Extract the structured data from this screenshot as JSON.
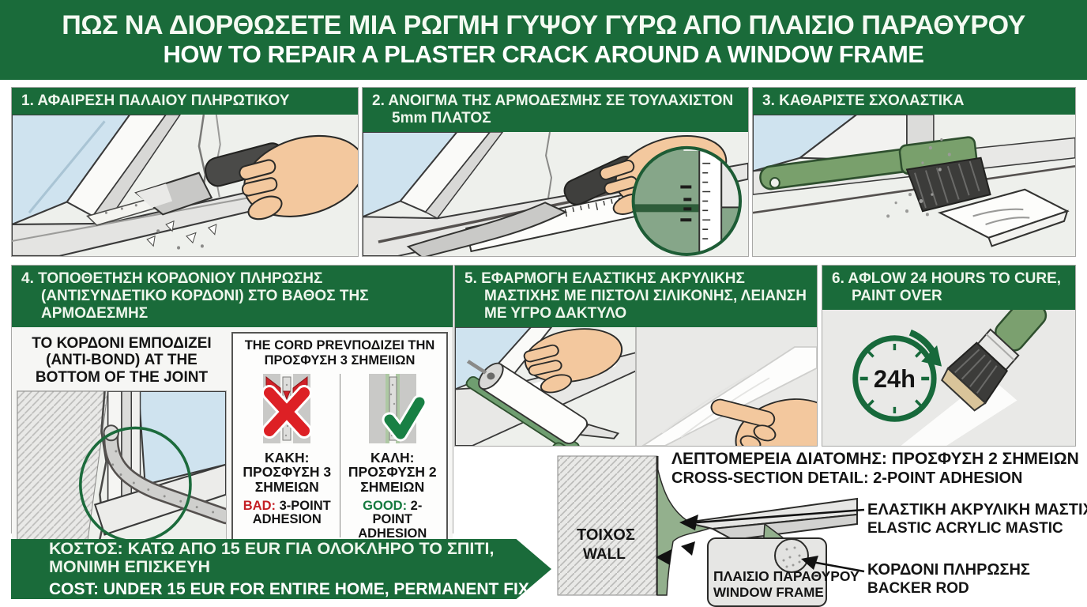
{
  "colors": {
    "green": "#1a6b3a",
    "pale_text": "#eef6ec",
    "red": "#dd2025",
    "check_green": "#188044",
    "mastic_green": "#93b08d",
    "glass_blue": "#cfe3ef"
  },
  "header": {
    "title_el": "ΠΩΣ ΝΑ ΔΙΟΡΘΩΣΕΤΕ ΜΙΑ ΡΩΓΜΗ ΓΥΨΟΥ ΓΥΡΩ ΑΠΟ ΠΛΑΙΣΙΟ ΠΑΡΑΘΥΡΟΥ",
    "title_en": "HOW TO REPAIR A PLASTER CRACK AROUND A WINDOW FRAME"
  },
  "steps": [
    {
      "label": "1. ΑΦΑΙΡΕΣΗ ΠΑΛΑΙΟΥ ΠΛΗΡΩΤΙΚΟΥ"
    },
    {
      "label": "2. ΑΝΟΙΓΜΑ ΤΗΣ ΑΡΜΟΔΕΣΜΗΣ ΣΕ ΤΟΥΛΑΧΙΣΤΟΝ 5mm ΠΛΑΤΟΣ"
    },
    {
      "label": "3. ΚΑΘΑΡΙΣΤΕ ΣΧΟΛΑΣΤΙΚΑ"
    },
    {
      "label": "4. ΤΟΠΟΘΕΤΗΣΗ ΚΟΡΔΟΝΙΟΥ ΠΛΗΡΩΣΗΣ (ΑΝΤΙΣΥΝΔΕΤΙΚΟ ΚΟΡΔΟΝΙ) ΣΤΟ ΒΑΘΟΣ ΤΗΣ ΑΡΜΟΔΕΣΜΗΣ"
    },
    {
      "label": "5. ΕΦΑΡΜΟΓΗ ΕΛΑΣΤΙΚΗΣ ΑΚΡΥΛΙΚΗΣ ΜΑΣΤΙΧΗΣ ΜΕ ΠΙΣΤΟΛΙ ΣΙΛΙΚΟΝΗΣ, ΛΕΙΑΝΣΗ ΜΕ ΥΓΡΟ ΔΑΚΤΥΛΟ"
    },
    {
      "label": "6. AΦLOW 24 HOURS TO CURE, PAINT OVER"
    }
  ],
  "step4": {
    "note": "ΤΟ ΚΟΡΔΟΝΙ ΕΜΠΟΔΙΖΕΙ (ANTI-BOND) AT THE BOTTOM OF THE JOINT",
    "comparison": {
      "title": "THE CORD PREVΠΟΔΙΖΕΙ ΤΗΝ ΠΡΟΣΦΥΣΗ 3 ΣΗΜΕΙΙΩΝ",
      "bad": {
        "gr": "ΚΑΚΗ: ΠΡΟΣΦΥΣΗ 3 ΣΗΜΕΙΩΝ",
        "en_prefix": "BAD:",
        "en_rest": " 3-POINT ADHESION"
      },
      "good": {
        "gr": "ΚΑΛΗ: ΠΡΟΣΦΥΣΗ 2 ΣΗΜΕΙΩΝ",
        "en_prefix": "GOOD:",
        "en_rest": " 2-POINT ADHESION"
      }
    }
  },
  "step6": {
    "clock_label": "24h"
  },
  "cost_banner": {
    "line_el": "ΚΟΣΤΟΣ: ΚΑΤΩ ΑΠΟ 15 EUR ΓΙΑ ΟΛΟΚΛΗΡΟ ΤΟ ΣΠΙΤΙ, ΜΟΝΙΜΗ ΕΠΙΣΚΕΥΗ",
    "line_en": "COST: UNDER 15 EUR FOR ENTIRE HOME, PERMANENT FIX"
  },
  "cross_section": {
    "title_el": "ΛΕΠΤΟΜΕΡΕΙΑ ΔΙΑΤΟΜΗΣ: ΠΡΟΣΦΥΣΗ 2 ΣΗΜΕΙΩΝ",
    "title_en": "CROSS-SECTION DETAIL: 2-POINT ADHESION",
    "wall_el": "ΤΟΙΧΟΣ",
    "wall_en": "WALL",
    "frame_el": "ΠΛΑΙΣΙΟ ΠΑΡΑΘΥΡΟΥ",
    "frame_en": "WINDOW FRAME",
    "mastic_el": "ΕΛΑΣΤΙΚΗ ΑΚΡΥΛΙΚΗ ΜΑΣΤΙΧΗ",
    "mastic_en": "ELASTIC ACRYLIC MASTIC",
    "rod_el": "ΚΟΡΔΟΝΙ ΠΛΗΡΩΣΗΣ",
    "rod_en": "BACKER ROD"
  }
}
